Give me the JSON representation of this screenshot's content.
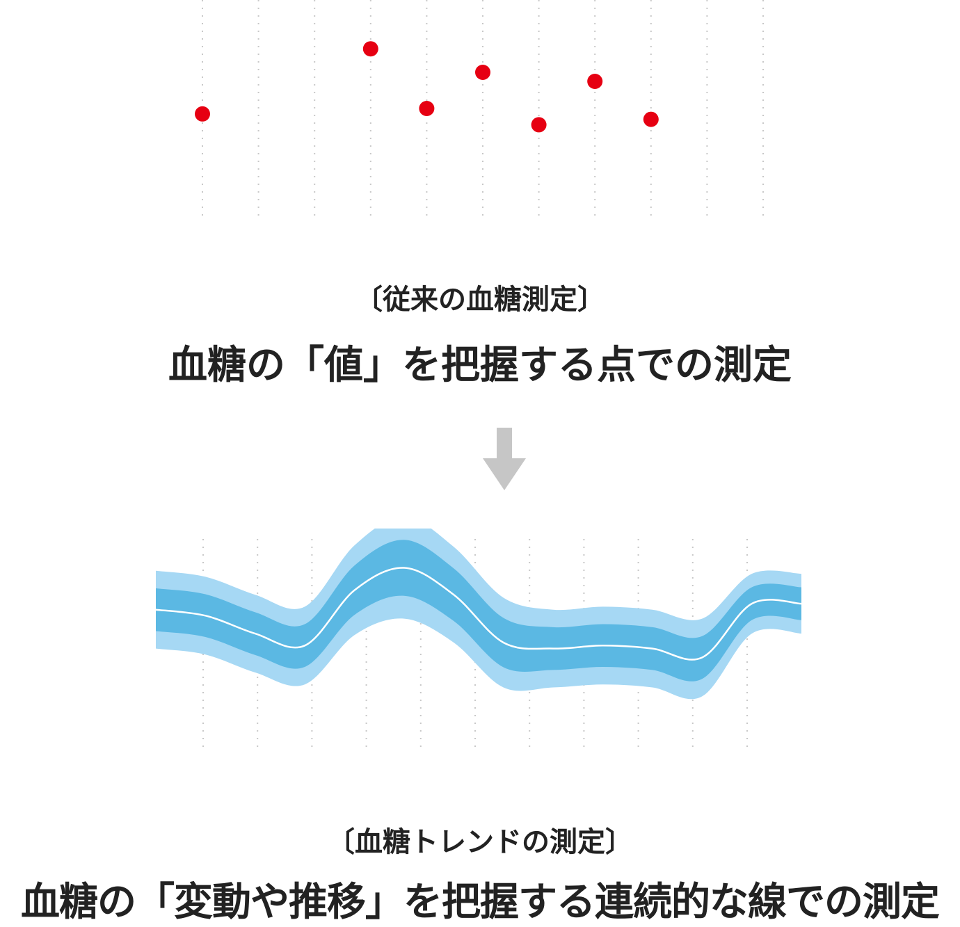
{
  "colors": {
    "point": "#e60012",
    "grid": "#c8c8c8",
    "arrow": "#c6c6c6",
    "band_outer": "#a6d8f4",
    "band_inner": "#5bb8e3",
    "trend_line": "#ffffff",
    "text": "#222222"
  },
  "top": {
    "subtitle": "〔従来の血糖測定〕",
    "title": "血糖の「値」を把握する点での測定"
  },
  "bottom": {
    "subtitle": "〔血糖トレンドの測定〕",
    "title": "血糖の「変動や推移」を把握する連続的な線での測定"
  },
  "arrow_icon": "down-arrow-icon",
  "points": [
    {
      "slot": 0,
      "level": 0.57
    },
    {
      "slot": 3,
      "level": 0.93
    },
    {
      "slot": 4,
      "level": 0.6
    },
    {
      "slot": 5,
      "level": 0.8
    },
    {
      "slot": 6,
      "level": 0.51
    },
    {
      "slot": 7,
      "level": 0.75
    },
    {
      "slot": 8,
      "level": 0.54
    }
  ],
  "trend": [
    0.62,
    0.58,
    0.46,
    0.38,
    0.75,
    0.9,
    0.72,
    0.4,
    0.36,
    0.38,
    0.36,
    0.3,
    0.66,
    0.66
  ],
  "trend_spread": [
    0.26,
    0.26,
    0.26,
    0.26,
    0.3,
    0.34,
    0.32,
    0.3,
    0.26,
    0.26,
    0.26,
    0.26,
    0.2,
    0.2
  ]
}
